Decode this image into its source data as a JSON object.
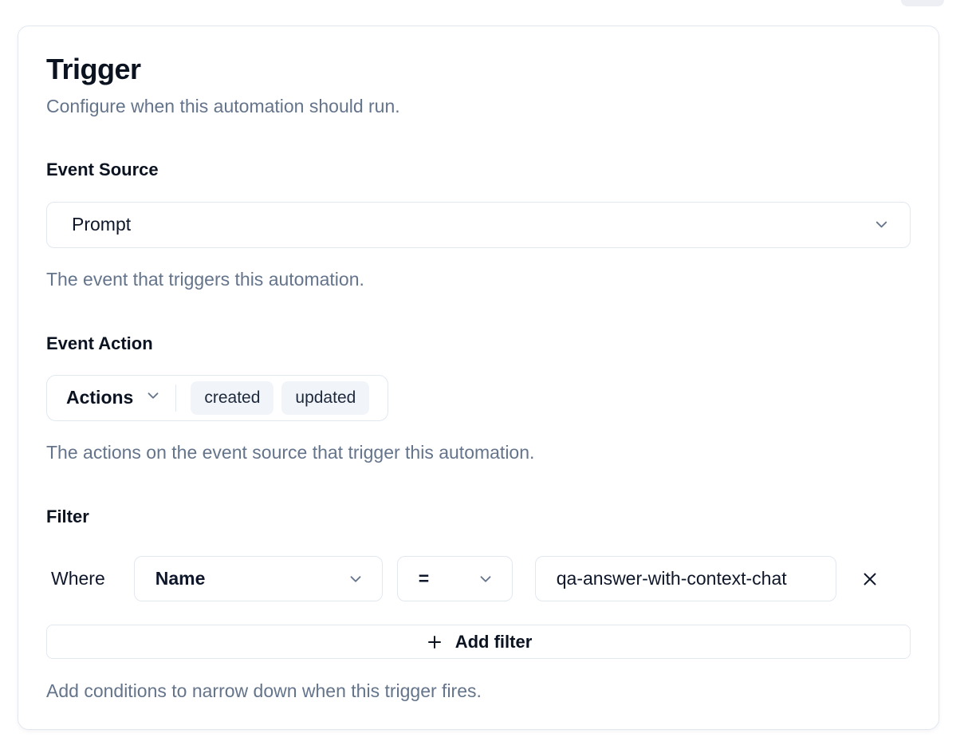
{
  "colors": {
    "text_dark": "#0f172a",
    "text_muted": "#64748b",
    "border": "#e2e8f0",
    "tag_background": "#f1f5f9",
    "card_background": "#ffffff"
  },
  "card": {
    "title": "Trigger",
    "subtitle": "Configure when this automation should run."
  },
  "event_source": {
    "label": "Event Source",
    "value": "Prompt",
    "helper": "The event that triggers this automation."
  },
  "event_action": {
    "label": "Event Action",
    "dropdown_label": "Actions",
    "selected": [
      "created",
      "updated"
    ],
    "helper": "The actions on the event source that trigger this automation."
  },
  "filter": {
    "label": "Filter",
    "where_label": "Where",
    "field_value": "Name",
    "operator_value": "=",
    "value": "qa-answer-with-context-chat",
    "add_button_label": "Add filter",
    "helper": "Add conditions to narrow down when this trigger fires."
  }
}
